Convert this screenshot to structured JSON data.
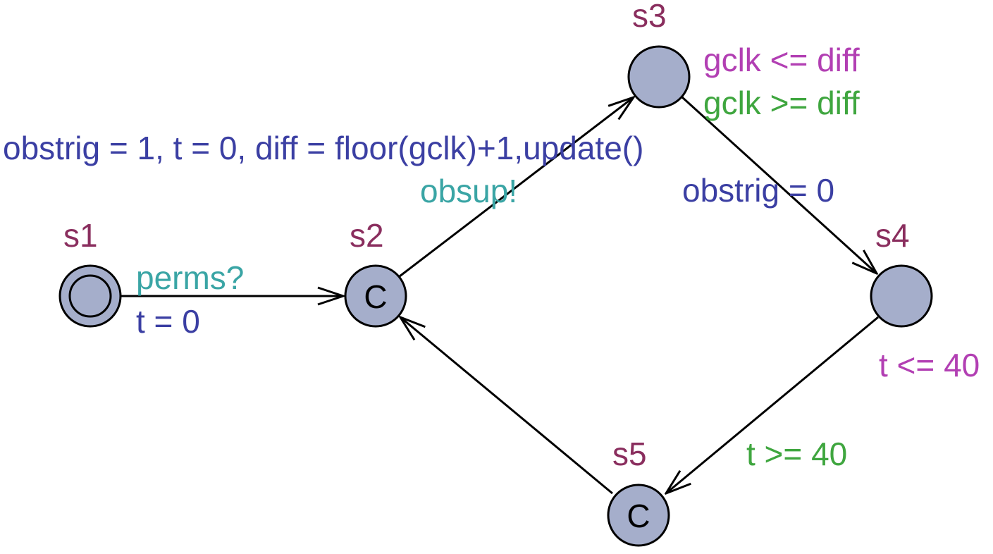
{
  "colors": {
    "state_fill": "#a5aecb",
    "state_stroke": "#000000",
    "state_name": "#8a2e5e",
    "sync": "#3aa5a5",
    "update": "#3b3fa3",
    "invariant": "#b23fb3",
    "guard": "#3fa63f"
  },
  "states": [
    {
      "id": "s1",
      "name": "s1",
      "kind": "initial"
    },
    {
      "id": "s2",
      "name": "s2",
      "kind": "committed",
      "marker": "C"
    },
    {
      "id": "s3",
      "name": "s3",
      "kind": "normal"
    },
    {
      "id": "s4",
      "name": "s4",
      "kind": "normal"
    },
    {
      "id": "s5",
      "name": "s5",
      "kind": "committed",
      "marker": "C"
    }
  ],
  "invariants": {
    "s3": "gclk <= diff",
    "s4": "t <= 40"
  },
  "transitions": {
    "s1_s2": {
      "sync": "perms?",
      "update": "t = 0"
    },
    "s2_s3": {
      "sync": "obsup!",
      "update": "obstrig = 1, t = 0, diff = floor(gclk)+1,update()"
    },
    "s3_s4": {
      "guard": "gclk >= diff",
      "update": "obstrig = 0"
    },
    "s4_s5": {
      "guard": "t >= 40"
    },
    "s5_s2": {}
  }
}
